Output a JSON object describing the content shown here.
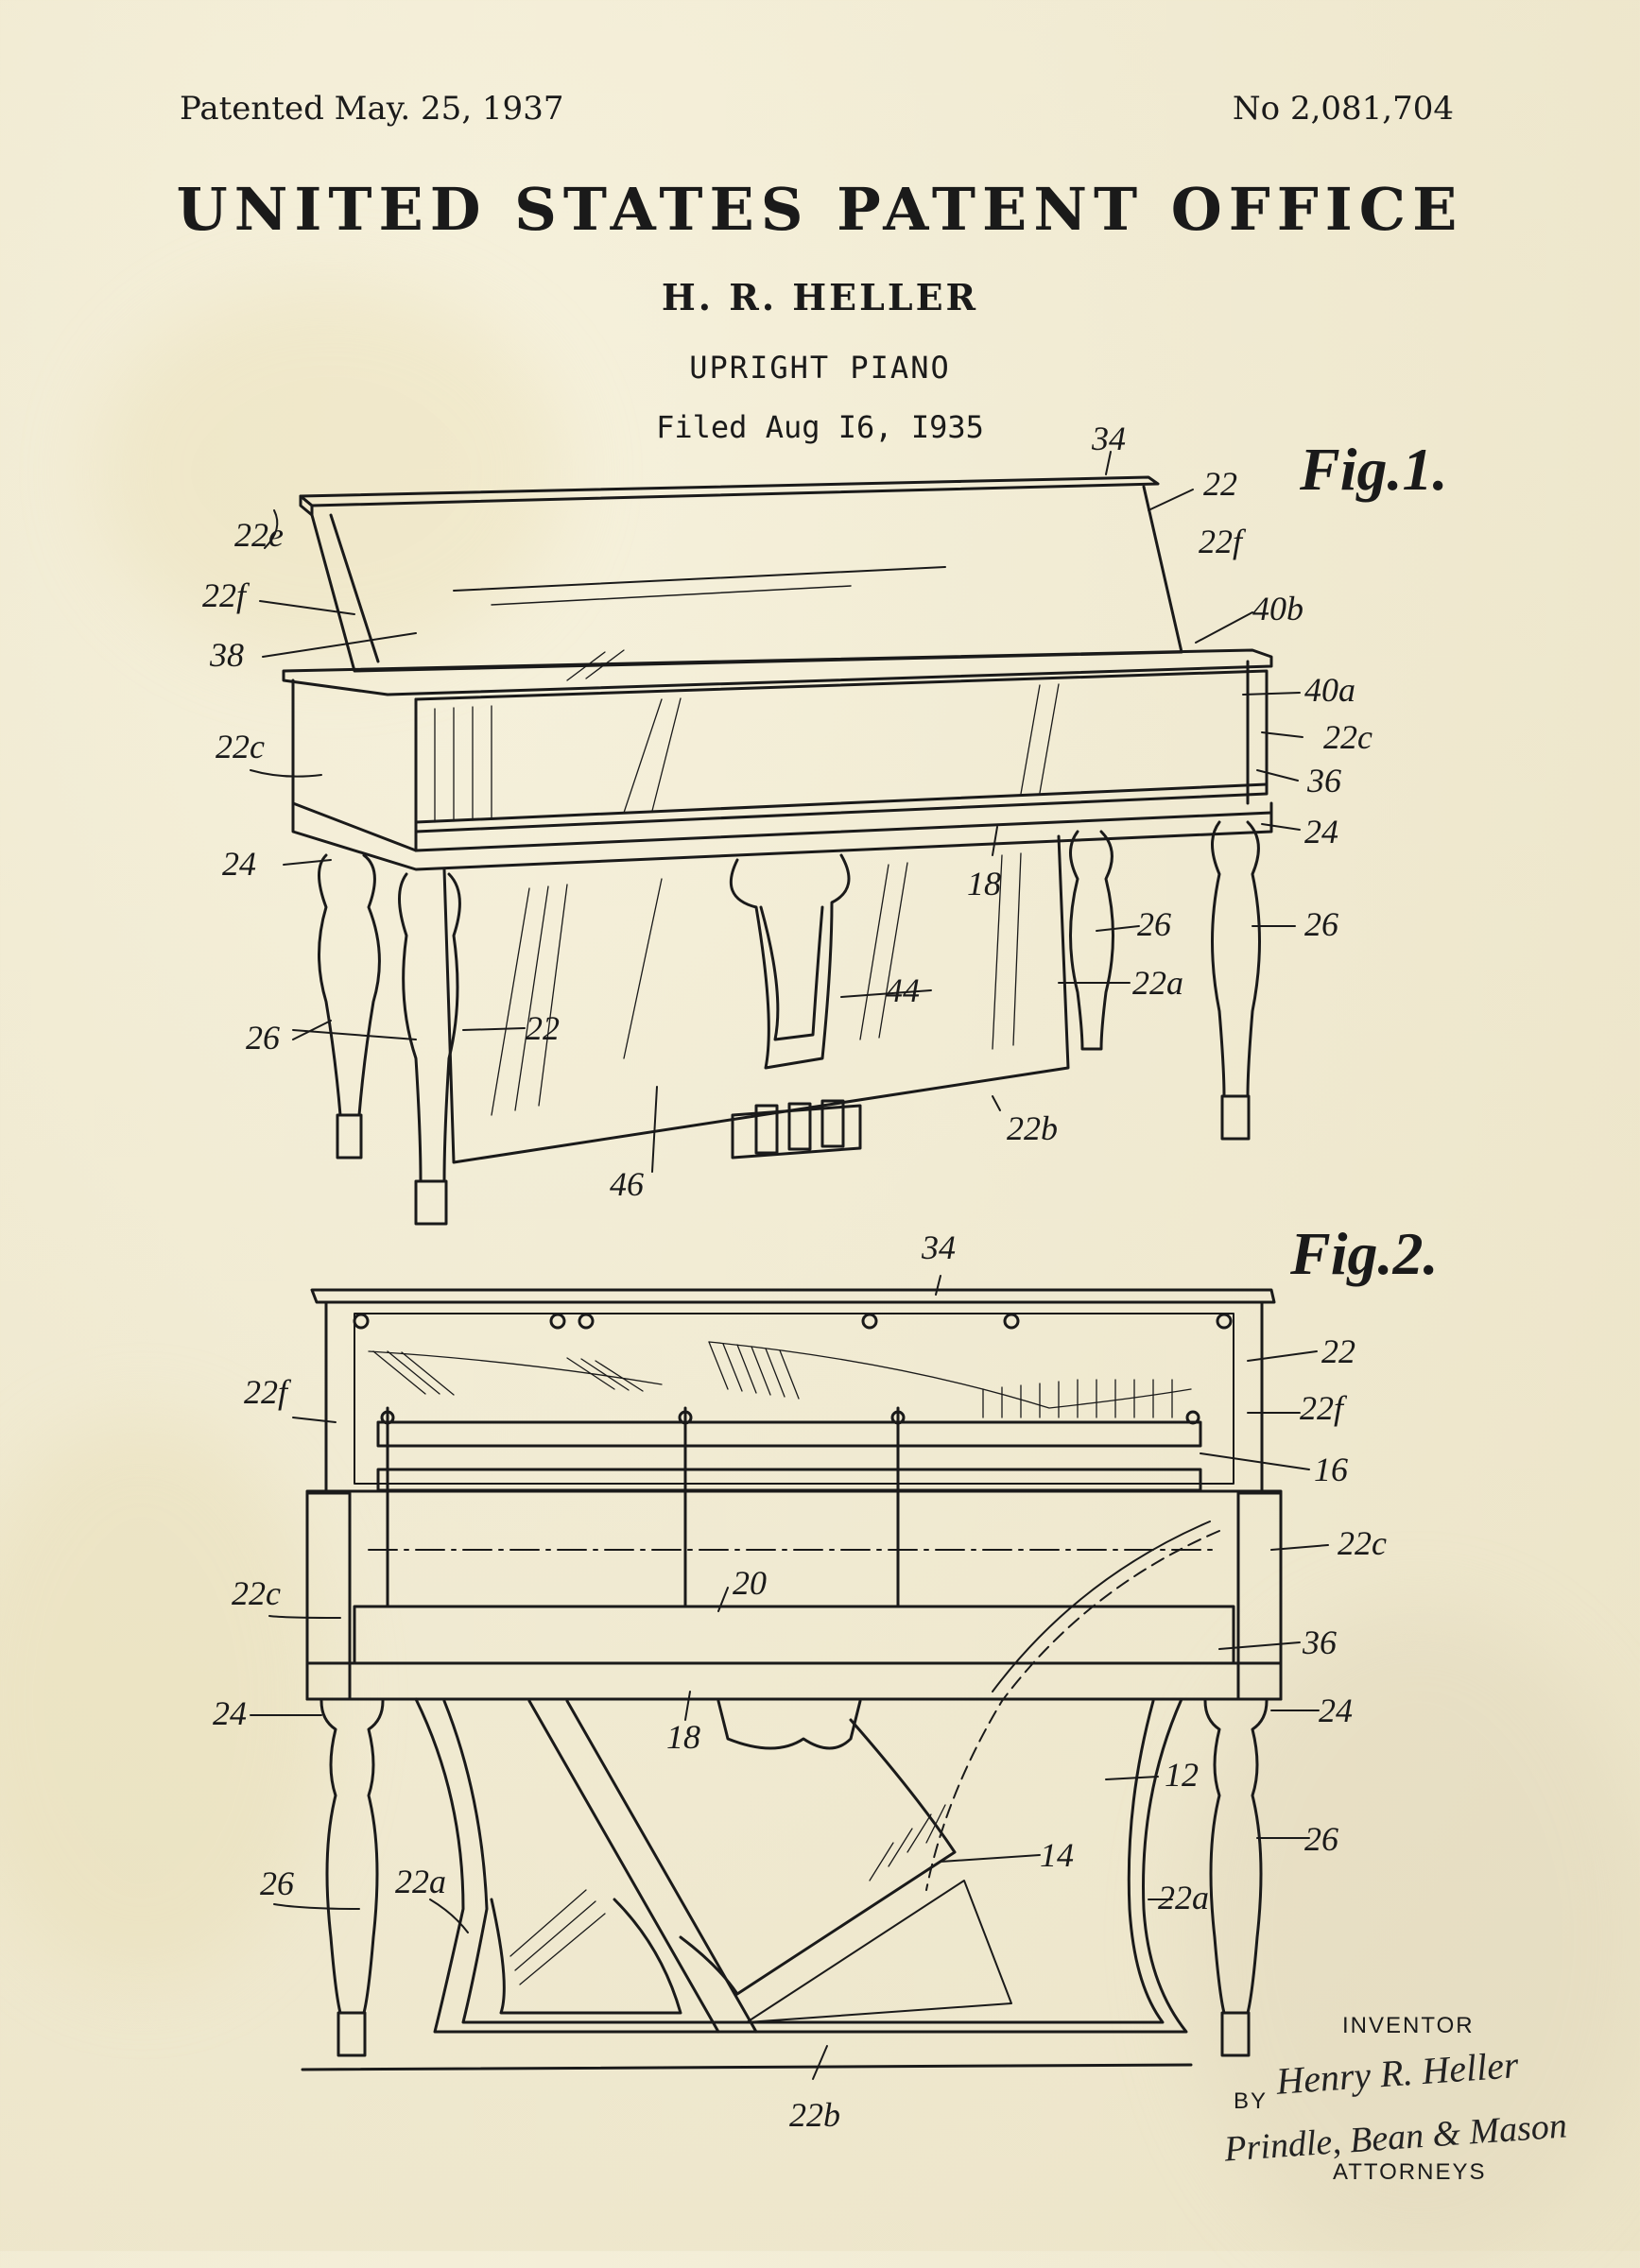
{
  "header": {
    "patented": "Patented May. 25, 1937",
    "patent_number": "No 2,081,704",
    "office": "UNITED STATES PATENT OFFICE",
    "inventor": "H. R. HELLER",
    "title": "UPRIGHT PIANO",
    "filed": "Filed Aug I6, I935"
  },
  "figures": {
    "fig1": {
      "label": "Fig.1.",
      "refs": [
        "34",
        "22",
        "22e",
        "22f",
        "22f",
        "40b",
        "38",
        "40a",
        "22c",
        "22c",
        "36",
        "24",
        "24",
        "18",
        "26",
        "26",
        "26",
        "22a",
        "22",
        "44",
        "22b",
        "46"
      ]
    },
    "fig2": {
      "label": "Fig.2.",
      "refs": [
        "34",
        "22",
        "22f",
        "22f",
        "16",
        "22c",
        "22c",
        "20",
        "36",
        "24",
        "24",
        "18",
        "12",
        "26",
        "14",
        "26",
        "22a",
        "22a",
        "22b"
      ]
    }
  },
  "signature_block": {
    "inventor_word": "INVENTOR",
    "inventor_signature": "Henry R. Heller",
    "by_word": "BY",
    "attorney_signature": "Prindle, Bean & Mason",
    "attorneys_word": "ATTORNEYS"
  },
  "colors": {
    "paper": "#f1ebd3",
    "ink": "#1a1a1a"
  }
}
